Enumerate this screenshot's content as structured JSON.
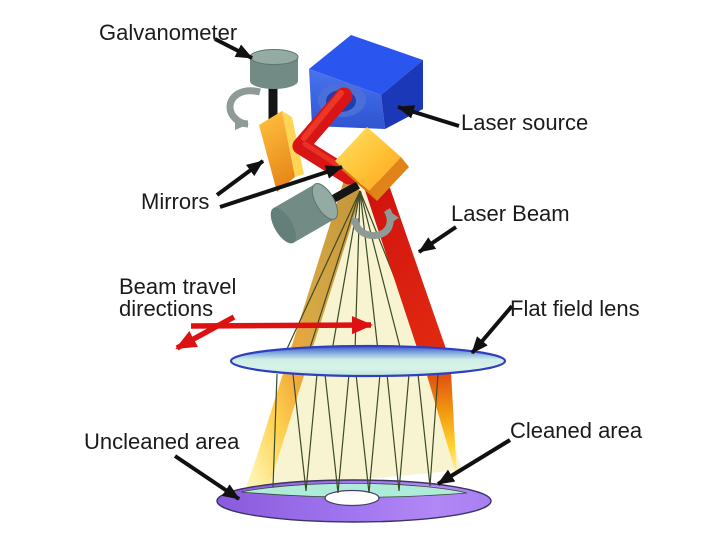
{
  "figure": {
    "type": "laser-cleaning-system-schematic",
    "background": "#ffffff",
    "labels": {
      "galvanometer": "Galvanometer",
      "laser_source": "Laser source",
      "mirrors": "Mirrors",
      "laser_beam": "Laser Beam",
      "beam_travel_line1": "Beam travel",
      "beam_travel_line2": "directions",
      "flat_field_lens": "Flat field lens",
      "uncleaned_area": "Uncleaned area",
      "cleaned_area": "Cleaned area"
    },
    "colors": {
      "label_text": "#1b1b1b",
      "callout_arrow_black": "#111111",
      "travel_arrow_red": "#dd1111",
      "laser_red": "#d81414",
      "box_top_blue": "#2a55ee",
      "box_front_blue": "#3e6be8",
      "box_side_blue": "#1b38b8",
      "aperture_ring_blue": "#4a6fd8",
      "aperture_core_blue": "#1e3fb0",
      "mirror_yellow": "#ffd04a",
      "mirror_orange": "#e8891a",
      "galvo_gray": "#728c85",
      "galvo_gray_light": "#93aba3",
      "rotation_arrow_gray": "#8e9a96",
      "fan_cream": "#f8f3d0",
      "beam_gold": "#d0a245",
      "beam_trace_olive": "#3c4a28",
      "lens_fill_pale": "#d6f0e6",
      "lens_edge_blue": "#2e3fc0",
      "disk_purple": "#9f73ee",
      "cleaned_band_cyan": "#aeebd9",
      "disk_hole_white": "#ffffff"
    }
  }
}
